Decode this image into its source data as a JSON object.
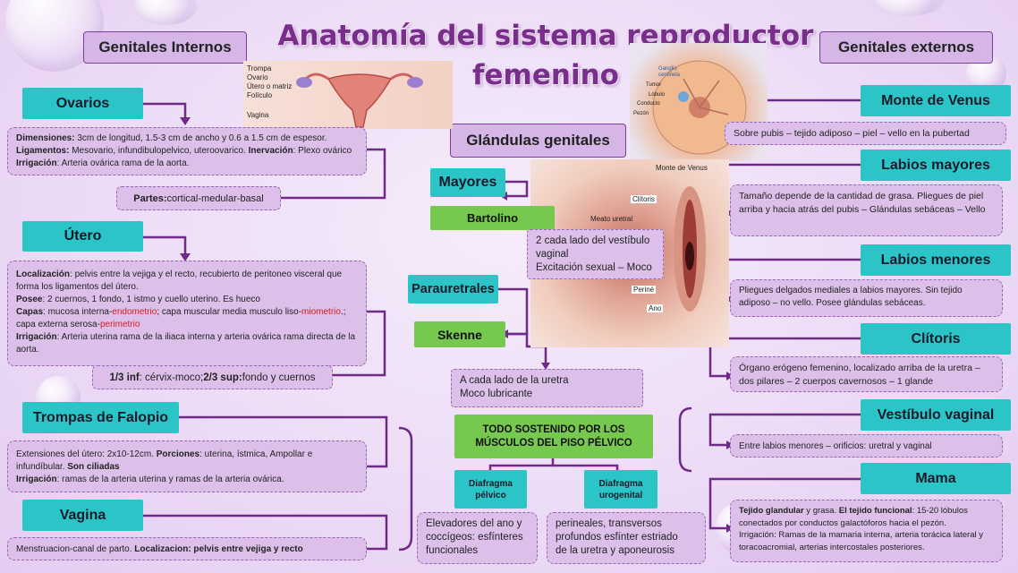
{
  "title": {
    "line1": "Anatomía del sistema reproductor",
    "line2": "femenino"
  },
  "headers": {
    "internos": "Genitales Internos",
    "externos": "Genitales  externos",
    "glandulas": "Glándulas genitales"
  },
  "images": {
    "uterus_labels": [
      "Trompa",
      "Ovario",
      "Útero o matriz",
      "Folículo",
      "Vagina"
    ],
    "breast_labels": [
      "Ganglio",
      "centinela",
      "Tumor",
      "Lóbulo",
      "Conducto",
      "Pezón"
    ],
    "vulva_labels": [
      "Monte de Venus",
      "Clítoris",
      "Meato uretral",
      "Periné",
      "Ano"
    ]
  },
  "internos": {
    "ovarios": {
      "label": "Ovarios",
      "dim_label": "Dimensiones:",
      "dim_text": " 3cm de longitud, 1.5-3 cm de ancho y 0.6 a 1.5 cm de espesor.",
      "lig_label": "Ligamentos:",
      "lig_text": " Mesovario, infundibulopelvico, uteroovarico. ",
      "inerv_label": "Inervación",
      "inerv_text": ": Plexo ovárico ",
      "irr_label": "Irrigación",
      "irr_text": ": Arteria ovárica rama de la aorta.",
      "partes_label": "Partes:",
      "partes_text": " cortical-medular-basal"
    },
    "utero": {
      "label": "Útero",
      "loc_label": "Localización",
      "loc_text": ": pelvis entre la vejiga y el recto, recubierto de peritoneo visceral que forma los ligamentos del útero.",
      "posee_label": "Posee",
      "posee_text": ": 2 cuernos, 1 fondo, 1 istmo y cuello uterino. Es hueco",
      "capas_label": "Capas",
      "capas_text1": ": mucosa interna-",
      "capas_red1": "endometrio",
      "capas_text2": "; capa muscular media musculo liso-",
      "capas_red2": "miometrio",
      "capas_text3": ".; capa externa serosa-",
      "capas_red3": "perimetrio",
      "irr_label": "Irrigación",
      "irr_text": ": Arteria uterina rama de la iliaca interna y arteria ovárica rama directa de la aorta.",
      "inf_label": "1/3 inf",
      "inf_text": ": cérvix-moco; ",
      "sup_label": "2/3 sup:",
      "sup_text": " fondo y cuernos"
    },
    "trompas": {
      "label": "Trompas de Falopio",
      "ext_text": "Extensiones del útero: 2x10-12cm. ",
      "porc_label": "Porciones",
      "porc_text": ": uterina, ístmica, Ampollar e infundíbular. ",
      "cil_label": "Son ciliadas",
      "irr_label": "Irrigación",
      "irr_text": ": ramas de la arteria uterina y ramas de la arteria ovárica."
    },
    "vagina": {
      "label": "Vagina",
      "text1": "Menstruacion-canal de parto. ",
      "loc_label": "Localizacion",
      "loc_text": ": pelvis entre vejiga y recto"
    }
  },
  "glandulas": {
    "mayores": "Mayores",
    "bartolino": "Bartolino",
    "bartolino_desc": [
      "2 cada lado del vestíbulo",
      "vaginal",
      "Excitación sexual – Moco"
    ],
    "parauretrales": "Parauretrales",
    "skenne": "Skenne",
    "skenne_desc": [
      "A cada lado de la uretra",
      "Moco lubricante"
    ],
    "piso": [
      "TODO SOSTENIDO POR LOS",
      "MÚSCULOS DEL PISO PÉLVICO"
    ],
    "diafragma_pelvico": [
      "Diafragma",
      "pélvico"
    ],
    "diafragma_urogenital": [
      "Diafragma",
      "urogenital"
    ],
    "pelvico_desc": [
      "Elevadores del ano y",
      "coccígeos: esfínteres",
      "funcionales"
    ],
    "urogenital_desc": [
      "perineales, transversos",
      "profundos esfínter estriado",
      "de la uretra y aponeurosis"
    ]
  },
  "externos": {
    "monte": {
      "label": "Monte de Venus",
      "text": "Sobre pubis – tejido adiposo – piel – vello en la pubertad"
    },
    "mayores": {
      "label": "Labios mayores",
      "text": " Tamaño depende de la cantidad de grasa. Pliegues de piel arriba y hacia atrás del pubis – Glándulas sebáceas – Vello"
    },
    "menores": {
      "label": "Labios menores",
      "text": "Pliegues delgados mediales a labios mayores. Sin tejido adiposo – no vello. Posee glándulas sebáceas."
    },
    "clitoris": {
      "label": "Clítoris",
      "text": "Órgano erógeno femenino, localizado arriba de la uretra – dos pilares – 2 cuerpos cavernosos – 1 glande"
    },
    "vestibulo": {
      "label": "Vestíbulo vaginal",
      "text": "Entre labios menores – orificios: uretral y vaginal"
    },
    "mama": {
      "label": "Mama",
      "tg_label": "Tejido glandular",
      "tg_text": " y grasa. ",
      "tf_label": "El tejido funcional",
      "tf_text": ": 15-20 lóbulos conectados por conductos galactóforos hacia el pezón.",
      "irr_text": "Irrigación: Ramas de la mamaria interna, arteria torácica lateral y toracoacromial, arterias intercostales posteriores."
    }
  },
  "colors": {
    "line": "#6e2a86",
    "teal": "#2bc5c8",
    "green": "#77c84e",
    "card": "#dcc0ea",
    "title": "#7a2e8c"
  }
}
